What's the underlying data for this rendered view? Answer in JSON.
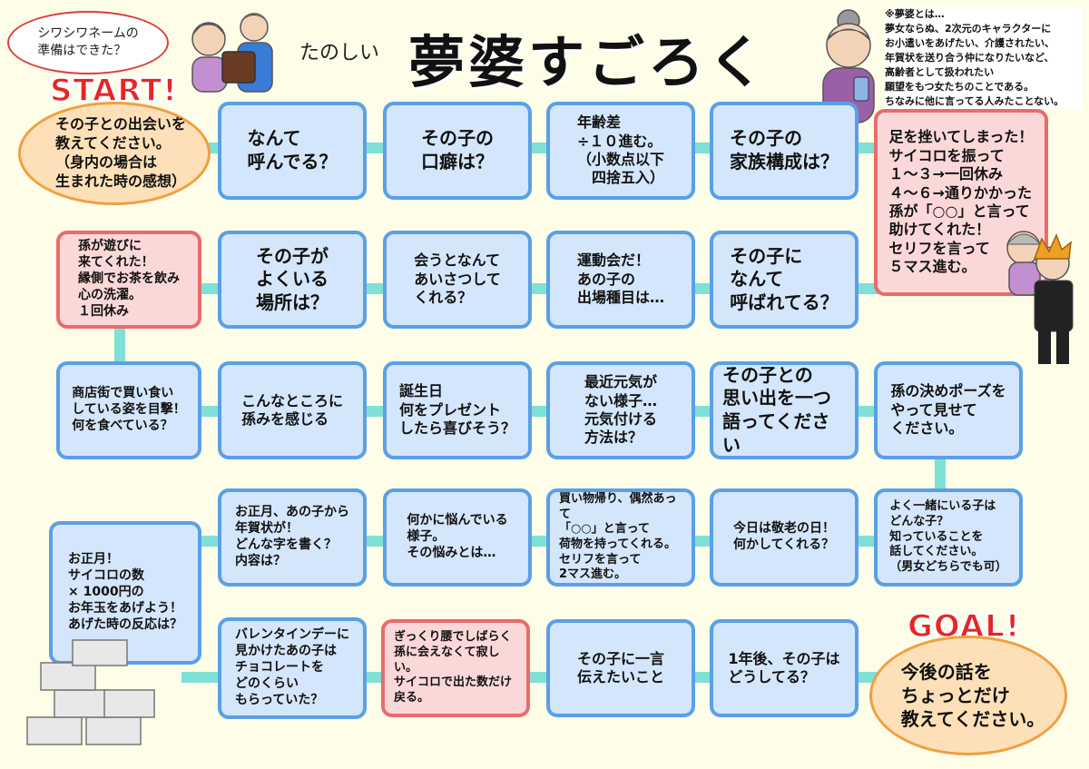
{
  "header": {
    "subtitle": "たのしい",
    "title": "夢婆すごろく",
    "bubble": "シワシワネームの\n準備はできた？",
    "note": "※夢婆とは…\n夢女ならぬ、2次元のキャラクターに\nお小遣いをあげたい、介護されたい、\n年賀状を送り合う仲になりたいなど、\n高齢者として扱われたい\n願望をもつ女たちのことである。\nちなみに他に言ってる人みたことない。"
  },
  "start": {
    "label": "START!",
    "text": "その子との出会いを\n教えてください。\n（身内の場合は\n生まれた時の感想）"
  },
  "goal": {
    "label": "GOAL!",
    "text": "今後の話を\nちょっとだけ\n教えてください。"
  },
  "row1": [
    "なんて\n呼んでる？",
    "その子の\n口癖は？",
    "年齢差\n÷１０進む。\n（小数点以下\n　四捨五入）",
    "その子の\n家族構成は？",
    "足を挫いてしまった！\nサイコロを振って\n１～３→一回休み\n４～６→通りかかった\n孫が「○○」と言って\n助けてくれた！\nセリフを言って\n５マス進む。"
  ],
  "row2": [
    "孫が遊びに\n来てくれた！\n縁側でお茶を飲み\n心の洗濯。\n１回休み",
    "その子が\nよくいる\n場所は？",
    "会うとなんて\nあいさつして\nくれる？",
    "運動会だ！\nあの子の\n出場種目は…",
    "その子に\nなんて\n呼ばれてる？"
  ],
  "row3": [
    "商店街で買い食い\nしている姿を目撃！\n何を食べている？",
    "こんなところに\n孫みを感じる",
    "誕生日\n何をプレゼント\nしたら喜びそう？",
    "最近元気が\nない様子…\n元気付ける\n方法は？",
    "その子との\n思い出を一つ\n語ってください",
    "孫の決めポーズを\nやって見せて\nください。"
  ],
  "row4": [
    "お正月、あの子から\n年賀状が！\nどんな字を書く？\n内容は？",
    "何かに悩んでいる\n様子。\nその悩みとは…",
    "買い物帰り、偶然あって\n「○○」と言って\n荷物を持ってくれる。\nセリフを言って\n2マス進む。",
    "今日は敬老の日！\n何かしてくれる？",
    "よく一緒にいる子は\nどんな子？\n知っていることを\n話してください。\n（男女どちらでも可）"
  ],
  "side_left": "お正月！\nサイコロの数\n× 1000円の\nお年玉をあげよう！\nあげた時の反応は？",
  "row5": [
    "バレンタインデーに\n見かけたあの子は\nチョコレートを\nどのくらい\nもらっていた？",
    "ぎっくり腰でしばらく\n孫に会えなくて寂しい。\nサイコロで出た数だけ\n戻る。",
    "その子に一言\n伝えたいこと",
    "1年後、その子は\nどうしてる？"
  ],
  "colors": {
    "cell_fill": "#d4e6fb",
    "cell_border": "#5aa0e6",
    "event_fill": "#fbd8d8",
    "event_border": "#e96c6c",
    "oval_fill": "#fde0b8",
    "path": "#7fe0d6",
    "start_goal": "#e82424"
  }
}
